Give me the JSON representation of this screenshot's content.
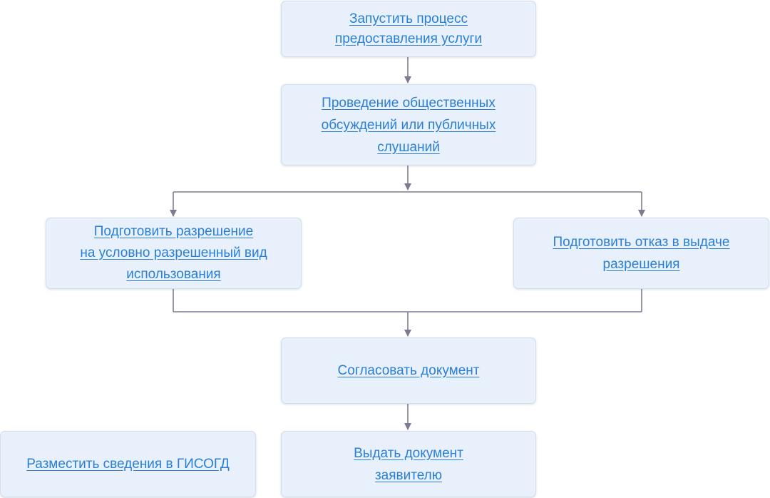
{
  "diagram": {
    "nodes": {
      "start": {
        "lines": [
          "Запустить процесс",
          "предоставления услуги"
        ]
      },
      "hearings": {
        "lines": [
          "Проведение общественных",
          "обсуждений или публичных",
          "слушаний"
        ]
      },
      "prepare_permit": {
        "lines": [
          "Подготовить разрешение",
          "на условно разрешенный вид",
          "использования"
        ]
      },
      "prepare_refusal": {
        "lines": [
          "Подготовить отказ в выдаче",
          "разрешения"
        ]
      },
      "approve_document": {
        "lines": [
          "Согласовать документ"
        ]
      },
      "publish_gisogd": {
        "lines": [
          "Разместить сведения в ГИСОГД"
        ]
      },
      "issue_document": {
        "lines": [
          "Выдать документ",
          "заявителю"
        ]
      }
    },
    "colors": {
      "box_fill": "#e8f0fc",
      "box_border": "#d5dde8",
      "link_text": "#2a7fd4",
      "connector": "#7d7b93"
    }
  }
}
